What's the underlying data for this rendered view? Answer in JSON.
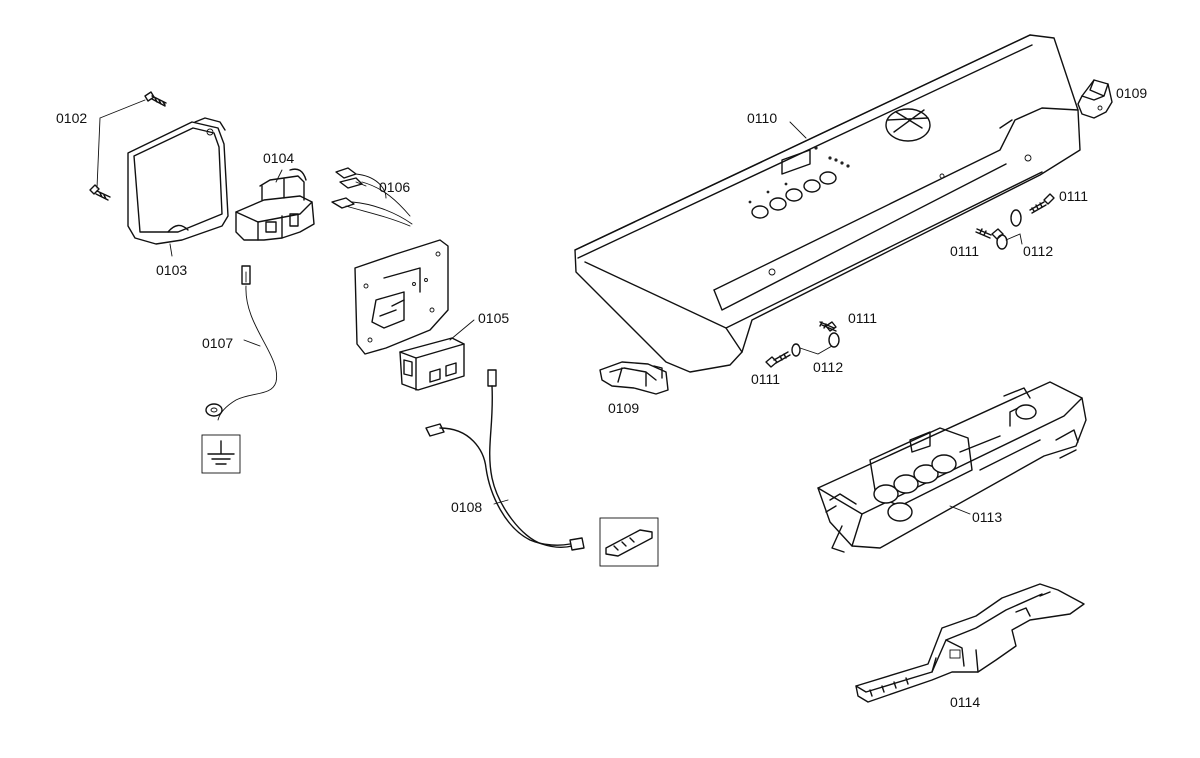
{
  "labels": {
    "p0102": "0102",
    "p0103": "0103",
    "p0104": "0104",
    "p0105": "0105",
    "p0106": "0106",
    "p0107": "0107",
    "p0108": "0108",
    "p0109a": "0109",
    "p0109b": "0109",
    "p0110": "0110",
    "p0111a": "0111",
    "p0111b": "0111",
    "p0111c": "0111",
    "p0111d": "0111",
    "p0112a": "0112",
    "p0112b": "0112",
    "p0113": "0113",
    "p0114": "0114"
  },
  "icons": {
    "ground": "ground-symbol-icon"
  }
}
